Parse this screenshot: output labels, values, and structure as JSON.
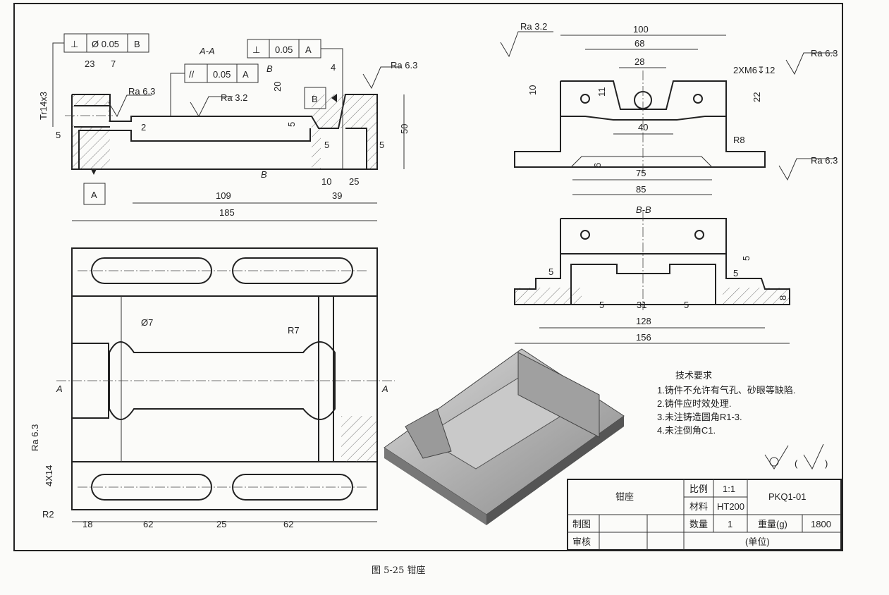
{
  "section_aa": {
    "title": "A-A",
    "fcf_top_left": {
      "symbol": "⊥",
      "tolerance": "Ø 0.05",
      "datum": "B"
    },
    "fcf_mid": {
      "symbol": "//",
      "tolerance": "0.05",
      "datum": "A"
    },
    "fcf_right": {
      "symbol": "⊥",
      "tolerance": "0.05",
      "datum": "A"
    },
    "datum_a": "A",
    "datum_b": "B",
    "section_mark": "B",
    "thread": "Tr14x3",
    "dims": [
      "23",
      "7",
      "5",
      "2",
      "20",
      "5",
      "4",
      "50",
      "5",
      "5",
      "10",
      "25",
      "109",
      "39",
      "185"
    ],
    "roughness": [
      "Ra 6.3",
      "Ra 3.2",
      "Ra 6.3"
    ]
  },
  "top_view": {
    "dims": [
      "100",
      "68",
      "28",
      "10",
      "11",
      "22",
      "40",
      "75",
      "85",
      "6"
    ],
    "thread_note": "2XM6↧12",
    "radius": "R8",
    "roughness": [
      "Ra 3.2",
      "Ra 6.3",
      "Ra 6.3"
    ]
  },
  "section_bb": {
    "title": "B-B",
    "dims": [
      "5",
      "5",
      "5",
      "31",
      "5",
      "128",
      "156",
      "5",
      "8"
    ]
  },
  "plan_view": {
    "dims": [
      "Ø7",
      "R7",
      "4X14",
      "R2",
      "18",
      "62",
      "25",
      "62"
    ],
    "section_label": "A",
    "roughness": "Ra 6.3"
  },
  "tech_requirements": {
    "title": "技术要求",
    "items": [
      "1.铸件不允许有气孔、砂眼等缺陷.",
      "2.铸件应时效处理.",
      "3.未注铸造圆角R1-3.",
      "4.未注倒角C1."
    ]
  },
  "title_block": {
    "part_name": "钳座",
    "scale_label": "比例",
    "scale": "1:1",
    "material_label": "材料",
    "material": "HT200",
    "drawing_no": "PKQ1-01",
    "drawn_label": "制图",
    "checked_label": "审核",
    "qty_label": "数量",
    "qty": "1",
    "weight_label": "重量(g)",
    "weight": "1800",
    "unit_label": "(单位)"
  },
  "caption": "图 5-25   钳座"
}
